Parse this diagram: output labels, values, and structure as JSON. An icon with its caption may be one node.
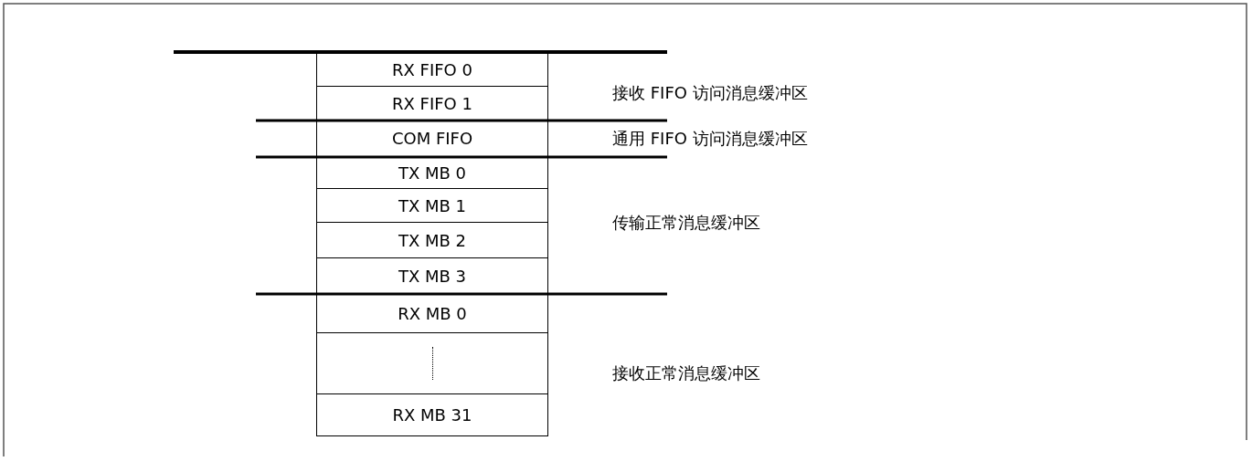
{
  "diagram": {
    "nodes": [
      {
        "text": [
          "RX FIFO 0"
        ]
      },
      {
        "text": [
          "RX FIFO 1"
        ]
      },
      {
        "text": [
          "COM FIFO"
        ]
      },
      {
        "text": [
          "TX MB 0"
        ]
      },
      {
        "text": [
          "TX MB 1"
        ]
      },
      {
        "text": [
          "TX MB 2"
        ]
      },
      {
        "text": [
          "TX MB 3"
        ]
      },
      {
        "text": [
          "RX MB 0"
        ]
      },
      {
        "text": [],
        "shape": "box"
      },
      {
        "text": [
          "RX MB 31"
        ]
      }
    ],
    "labels": [
      "接收 FIFO 访问消息缓冲区",
      "通用 FIFO 访问消息缓冲区",
      "传输正常消息缓冲区",
      "接收正常消息缓冲区"
    ]
  }
}
